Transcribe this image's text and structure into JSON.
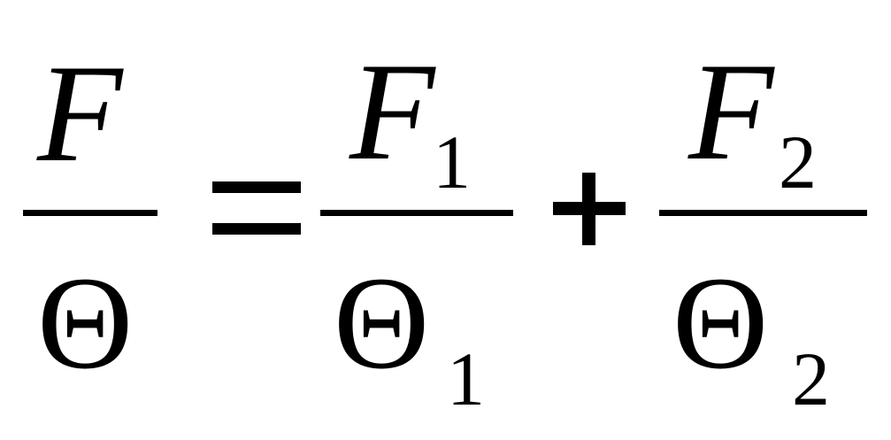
{
  "equation": {
    "term0": {
      "numerator": "F",
      "denominator": "Θ"
    },
    "equals": "=",
    "term1": {
      "numerator": "F",
      "numerator_subscript": "1",
      "denominator": "Θ",
      "denominator_subscript": "1"
    },
    "plus": "+",
    "term2": {
      "numerator": "F",
      "numerator_subscript": "2",
      "denominator": "Θ",
      "denominator_subscript": "2"
    }
  }
}
